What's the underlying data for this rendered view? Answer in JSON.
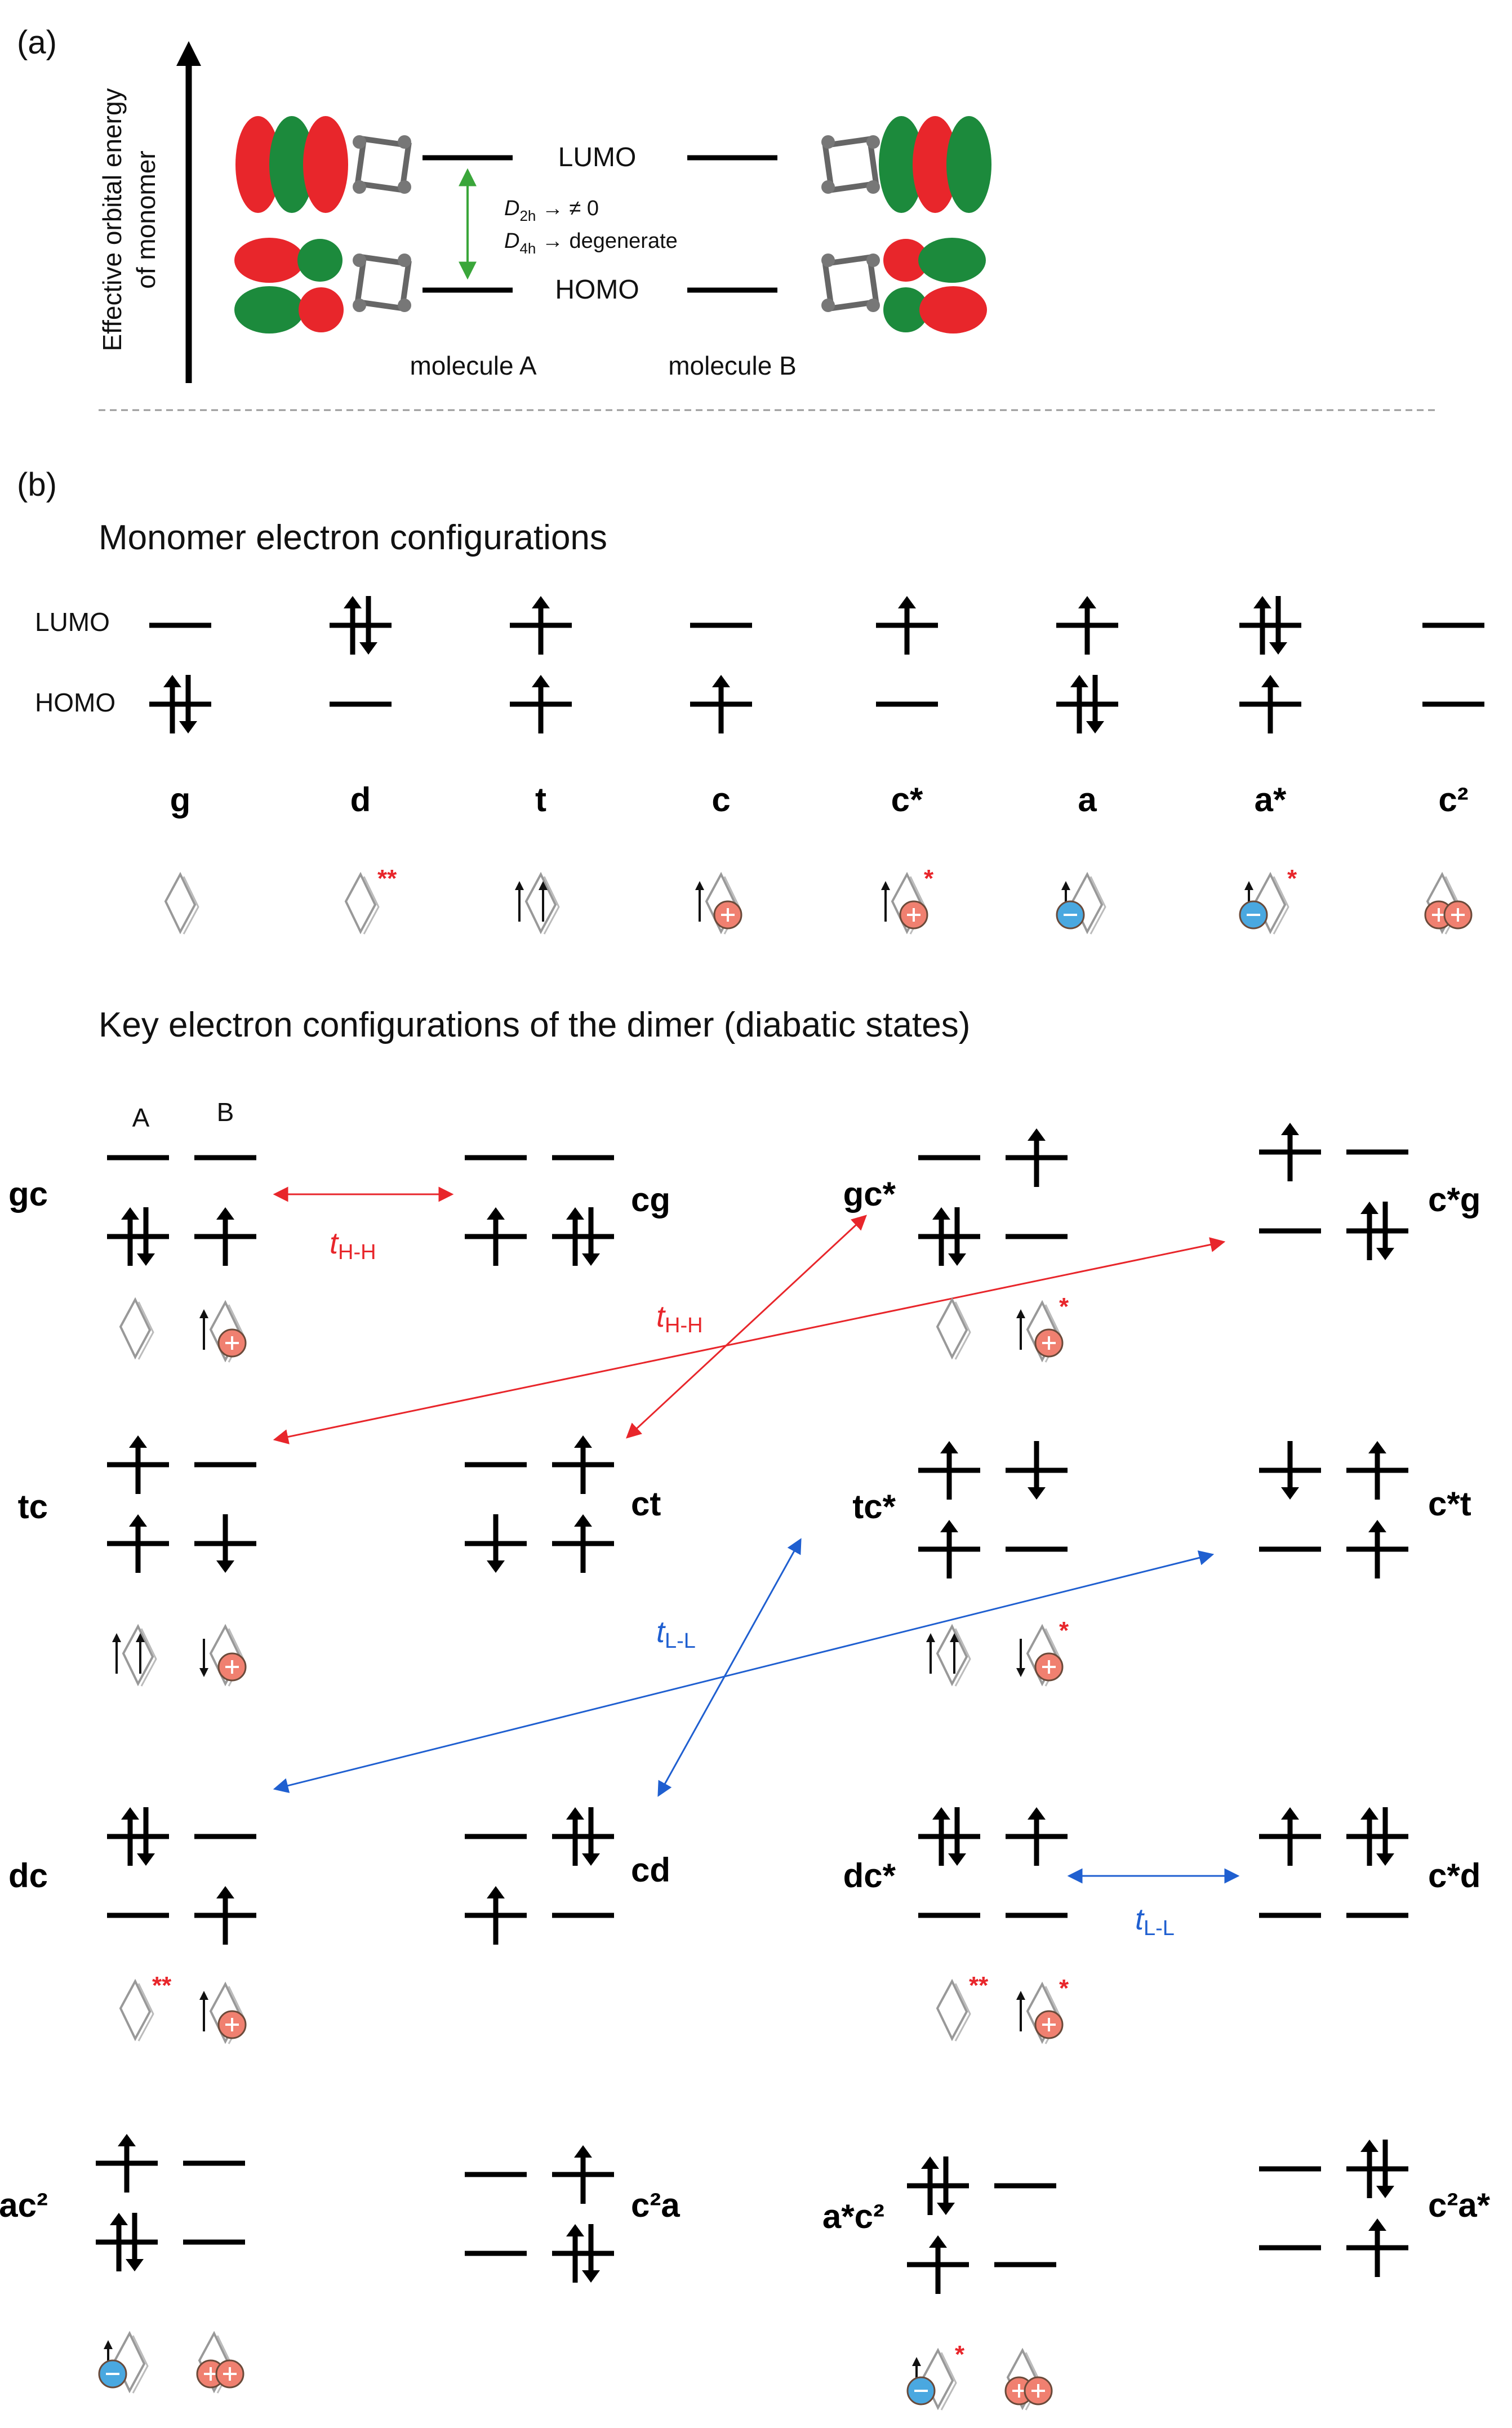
{
  "panel_a": {
    "label": "(a)",
    "y_axis_label_line1": "Effective orbital energy",
    "y_axis_label_line2": "of monomer",
    "lumo": "LUMO",
    "homo": "HOMO",
    "d2h_sym": "D",
    "d2h_sub": "2h",
    "d2h_rest": " → ≠ 0",
    "d4h_sym": "D",
    "d4h_sub": "4h",
    "d4h_rest": " → degenerate",
    "molecule_a": "molecule A",
    "molecule_b": "molecule B",
    "colors": {
      "lobe_red": "#e8262b",
      "lobe_green": "#1c8a3c",
      "arrow_green": "#3aa63a",
      "divider": "#9a9a9a"
    }
  },
  "panel_b": {
    "label": "(b)",
    "monomer_title": "Monomer electron configurations",
    "lumo_label": "LUMO",
    "homo_label": "HOMO",
    "monomer_labels": [
      "g",
      "d",
      "t",
      "c",
      "c*",
      "a",
      "a*",
      "c²"
    ],
    "dimer_title": "Key electron configurations of the dimer (diabatic states)",
    "col_a": "A",
    "col_b": "B",
    "states": [
      "gc",
      "cg",
      "gc*",
      "c*g",
      "tc",
      "ct",
      "tc*",
      "c*t",
      "dc",
      "cd",
      "dc*",
      "c*d",
      "ac²",
      "c²a",
      "a*c²",
      "c²a*"
    ],
    "coupling_hh_t": "t",
    "coupling_hh_sub": "H-H",
    "coupling_ll_t": "t",
    "coupling_ll_sub": "L-L",
    "colors": {
      "hh": "#e8262b",
      "ll": "#1f5fd0",
      "cation": "#f08070",
      "anion": "#4aa8e0",
      "star": "#e8262b"
    }
  }
}
